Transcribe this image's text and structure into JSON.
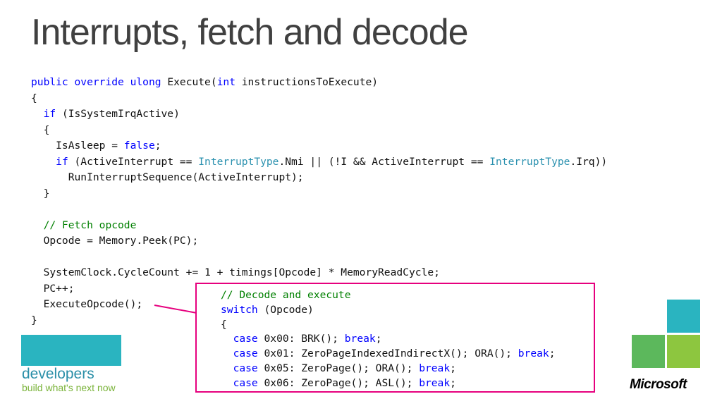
{
  "title": "Interrupts, fetch and decode",
  "code_main": [
    [
      [
        "kw",
        "public"
      ],
      [
        "tx",
        " "
      ],
      [
        "kw",
        "override"
      ],
      [
        "tx",
        " "
      ],
      [
        "kw",
        "ulong"
      ],
      [
        "tx",
        " Execute("
      ],
      [
        "kw",
        "int"
      ],
      [
        "tx",
        " instructionsToExecute)"
      ]
    ],
    [
      [
        "tx",
        "{"
      ]
    ],
    [
      [
        "tx",
        "  "
      ],
      [
        "kw",
        "if"
      ],
      [
        "tx",
        " (IsSystemIrqActive)"
      ]
    ],
    [
      [
        "tx",
        "  {"
      ]
    ],
    [
      [
        "tx",
        "    IsAsleep = "
      ],
      [
        "kw",
        "false"
      ],
      [
        "tx",
        ";"
      ]
    ],
    [
      [
        "tx",
        "    "
      ],
      [
        "kw",
        "if"
      ],
      [
        "tx",
        " (ActiveInterrupt == "
      ],
      [
        "ty",
        "InterruptType"
      ],
      [
        "tx",
        ".Nmi || (!I && ActiveInterrupt == "
      ],
      [
        "ty",
        "InterruptType"
      ],
      [
        "tx",
        ".Irq))"
      ]
    ],
    [
      [
        "tx",
        "      RunInterruptSequence(ActiveInterrupt);"
      ]
    ],
    [
      [
        "tx",
        "  }"
      ]
    ],
    [
      [
        "tx",
        ""
      ]
    ],
    [
      [
        "tx",
        "  "
      ],
      [
        "cm",
        "// Fetch opcode"
      ]
    ],
    [
      [
        "tx",
        "  Opcode = Memory.Peek(PC);"
      ]
    ],
    [
      [
        "tx",
        ""
      ]
    ],
    [
      [
        "tx",
        "  SystemClock.CycleCount += 1 + timings[Opcode] * MemoryReadCycle;"
      ]
    ],
    [
      [
        "tx",
        "  PC++;"
      ]
    ],
    [
      [
        "tx",
        "  ExecuteOpcode();"
      ]
    ],
    [
      [
        "tx",
        "}"
      ]
    ]
  ],
  "code_callout": [
    [
      [
        "cm",
        "// Decode and execute"
      ]
    ],
    [
      [
        "kw",
        "switch"
      ],
      [
        "tx",
        " (Opcode)"
      ]
    ],
    [
      [
        "tx",
        "{"
      ]
    ],
    [
      [
        "tx",
        "  "
      ],
      [
        "kw",
        "case"
      ],
      [
        "tx",
        " 0x00: BRK(); "
      ],
      [
        "kw",
        "break"
      ],
      [
        "tx",
        ";"
      ]
    ],
    [
      [
        "tx",
        "  "
      ],
      [
        "kw",
        "case"
      ],
      [
        "tx",
        " 0x01: ZeroPageIndexedIndirectX(); ORA(); "
      ],
      [
        "kw",
        "break"
      ],
      [
        "tx",
        ";"
      ]
    ],
    [
      [
        "tx",
        "  "
      ],
      [
        "kw",
        "case"
      ],
      [
        "tx",
        " 0x05: ZeroPage(); ORA(); "
      ],
      [
        "kw",
        "break"
      ],
      [
        "tx",
        ";"
      ]
    ],
    [
      [
        "tx",
        "  "
      ],
      [
        "kw",
        "case"
      ],
      [
        "tx",
        " 0x06: ZeroPage(); ASL(); "
      ],
      [
        "kw",
        "break"
      ],
      [
        "tx",
        ";"
      ]
    ]
  ],
  "branding": {
    "developers": "developers",
    "tagline": "build what's next now",
    "microsoft": "Microsoft"
  },
  "colors": {
    "keyword": "#0000ff",
    "type": "#2b91af",
    "comment": "#008000",
    "callout_border": "#e6007e"
  }
}
